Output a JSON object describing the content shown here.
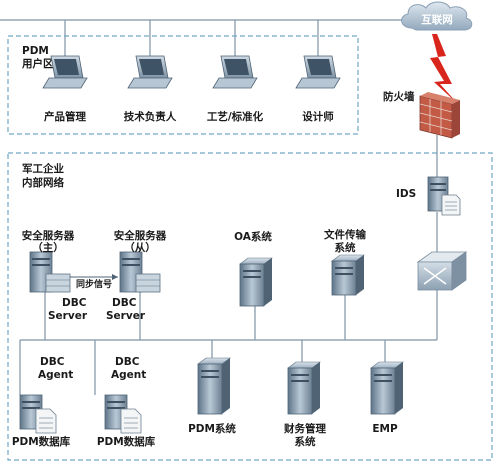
{
  "diagram": {
    "internet": "互联网",
    "firewall": "防火墙",
    "user_zone": {
      "line1": "PDM",
      "line2": "用户区"
    },
    "internal_zone": {
      "line1": "军工企业",
      "line2": "内部网络"
    },
    "laptops": [
      "产品管理",
      "技术负责人",
      "工艺/标准化",
      "设计师"
    ],
    "ids": "IDS",
    "security_server_main": {
      "line1": "安全服务器",
      "line2": "（主）",
      "sub1": "DBC",
      "sub2": "Server"
    },
    "security_server_backup": {
      "line1": "安全服务器",
      "line2": "（从）",
      "sub1": "DBC",
      "sub2": "Server"
    },
    "sync_signal": "同步信号",
    "oa_system": "OA系统",
    "file_transfer": {
      "line1": "文件传输",
      "line2": "系统"
    },
    "agent1": {
      "line1": "DBC",
      "line2": "Agent",
      "db": "PDM数据库"
    },
    "agent2": {
      "line1": "DBC",
      "line2": "Agent",
      "db": "PDM数据库"
    },
    "pdm_system": "PDM系统",
    "finance": {
      "line1": "财务管理",
      "line2": "系统"
    },
    "emp": "EMP",
    "colors": {
      "line": "#7f94a6",
      "dash": "#6fa8c4",
      "lightning": "#d9261c",
      "cloud": "#a9bccf"
    }
  }
}
